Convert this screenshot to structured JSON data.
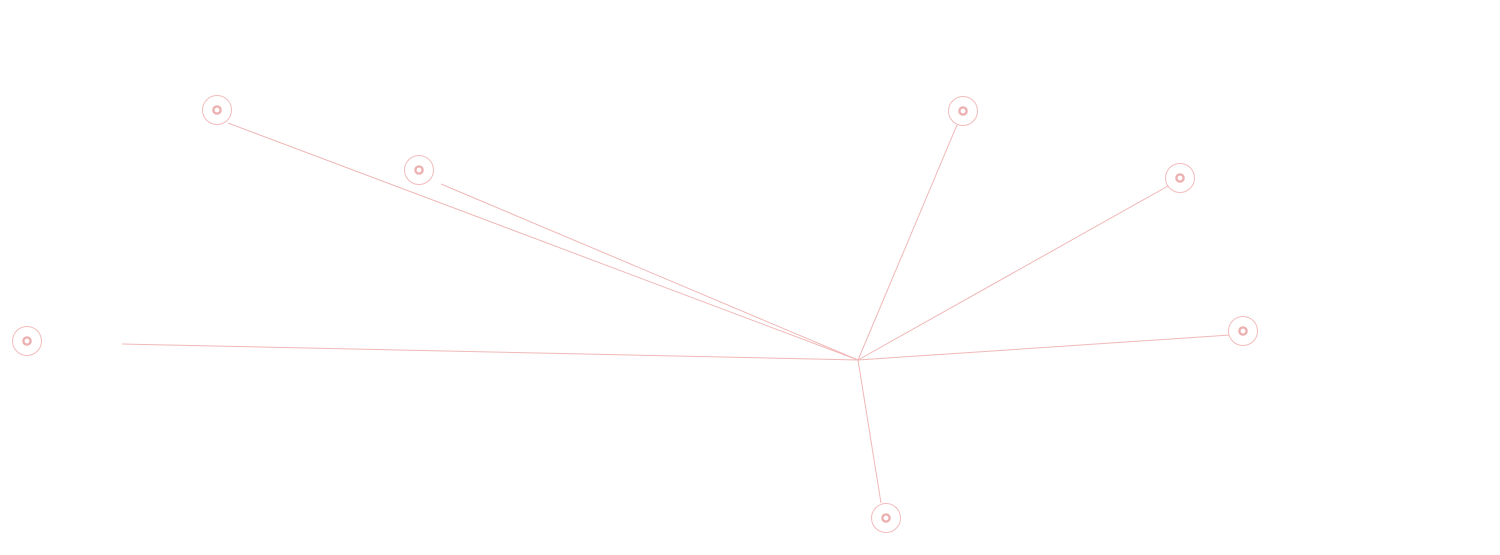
{
  "diagram": {
    "type": "hub-and-spoke",
    "hub": "center",
    "colors": {
      "edge": "#f0b8b8",
      "node_ring": "#f2bcbc",
      "node_dot": "#ecb0b0",
      "background": "#ffffff"
    },
    "node_icon": "target-ring-icon",
    "nodes": [
      {
        "id": "node-1"
      },
      {
        "id": "node-2"
      },
      {
        "id": "node-3"
      },
      {
        "id": "node-4"
      },
      {
        "id": "node-5"
      },
      {
        "id": "node-6"
      },
      {
        "id": "node-7"
      }
    ]
  }
}
